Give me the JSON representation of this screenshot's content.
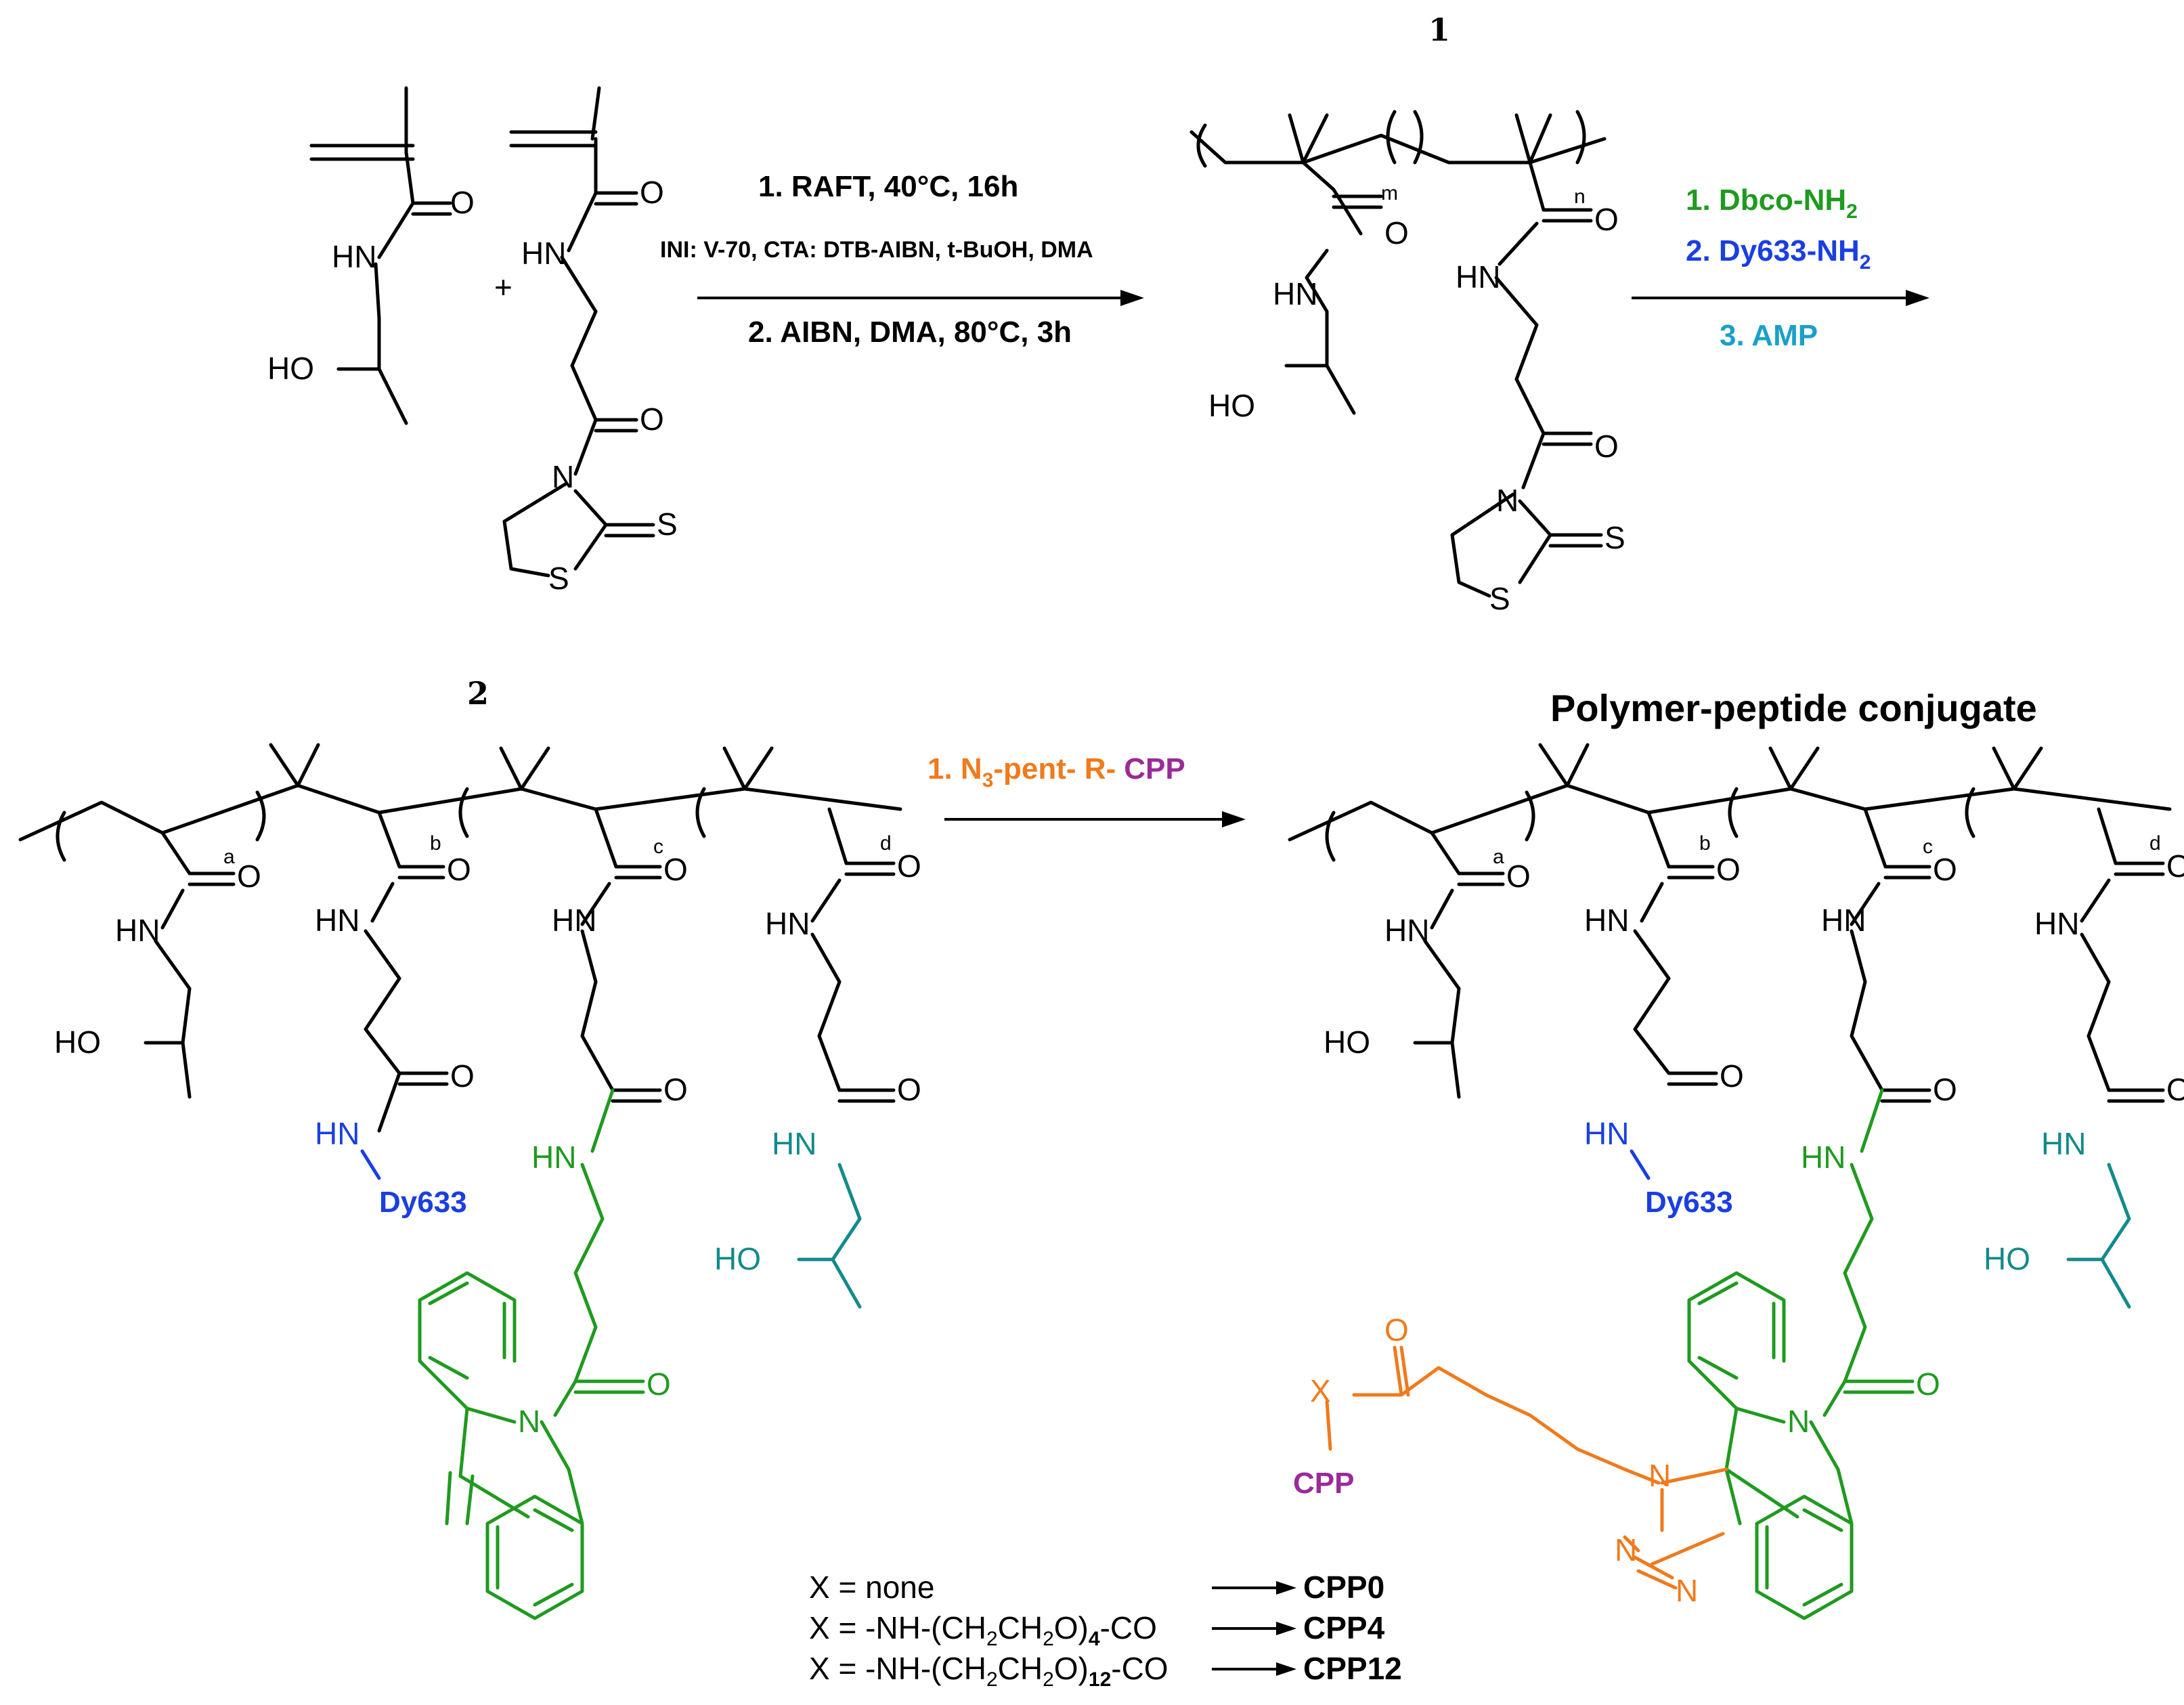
{
  "labels": {
    "compound_1": "1",
    "compound_2": "2",
    "conjugate_title": "Polymer-peptide conjugate"
  },
  "atoms": {
    "O": "O",
    "HN": "HN",
    "HO": "HO",
    "N": "N",
    "S": "S",
    "m": "m",
    "n": "n",
    "a": "a",
    "b": "b",
    "c": "c",
    "d": "d",
    "plus": "+",
    "X": "X",
    "CPP": "CPP",
    "Dy633": "Dy633"
  },
  "step1": {
    "line1": "1. RAFT, 40°C, 16h",
    "line2": "INI: V-70, CTA: DTB-AIBN, t-BuOH, DMA",
    "line3": "2. AIBN, DMA, 80°C, 3h"
  },
  "step2": {
    "line1": "1. Dbco-NH",
    "line1_sub": "2",
    "line2": "2. Dy633-NH",
    "line2_sub": "2",
    "line3": "3. AMP"
  },
  "step3": {
    "line1_a": "1. N",
    "line1_sub": "3",
    "line1_b": "-pent- R-",
    "line1_c": "CPP"
  },
  "legend": [
    {
      "pre": "X = ",
      "mid": "none",
      "sub": "",
      "post": "",
      "product": "CPP0"
    },
    {
      "pre": "X = -NH-(CH",
      "mid": "CH",
      "sub": "4",
      "post": "-CO",
      "product": "CPP4"
    },
    {
      "pre": "X = -NH-(CH",
      "mid": "CH",
      "sub": "12",
      "post": "-CO",
      "product": "CPP12"
    }
  ],
  "colors": {
    "dy633": "#1a3fe0",
    "dbco": "#1f9a1f",
    "amp": "#138a8a",
    "azide_linker": "#f07a1c",
    "cpp": "#9a2a9a",
    "amp_reagent": "#1aa0c8"
  }
}
